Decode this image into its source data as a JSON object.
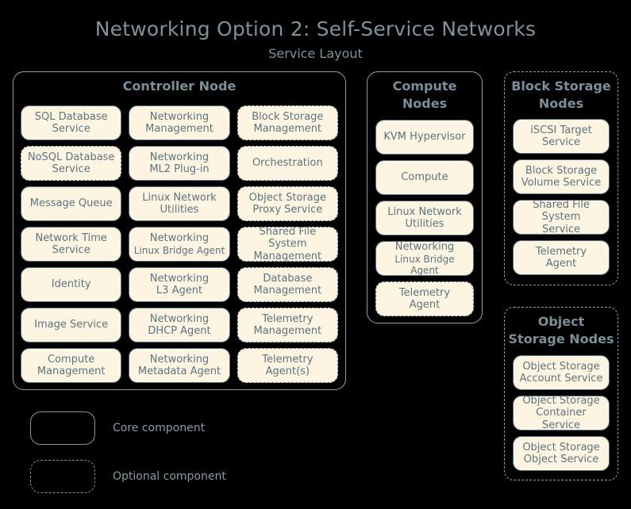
{
  "header": {
    "title": "Networking Option 2: Self-Service Networks",
    "subtitle": "Service Layout"
  },
  "colors": {
    "background": "#000000",
    "container_border": "#8ba2ad",
    "box_fill": "#fdf5e1",
    "box_border": "#55707e",
    "text": "#5c7380",
    "title_text": "#7e929c"
  },
  "legend": {
    "core": {
      "label": "Core component",
      "style": "solid"
    },
    "optional": {
      "label": "Optional component",
      "style": "dashed"
    }
  },
  "nodes": [
    {
      "id": "controller-node",
      "title": "Controller Node",
      "style": "solid",
      "layout": "grid-3",
      "services": [
        {
          "line1": "SQL Database",
          "line2": "Service",
          "style": "solid"
        },
        {
          "line1": "Networking",
          "line2": "Management",
          "style": "solid"
        },
        {
          "line1": "Block Storage",
          "line2": "Management",
          "style": "dashed"
        },
        {
          "line1": "NoSQL Database",
          "line2": "Service",
          "style": "dashed"
        },
        {
          "line1": "Networking",
          "line2": "ML2 Plug-in",
          "style": "solid"
        },
        {
          "line1": "Orchestration",
          "line2": "",
          "style": "dashed"
        },
        {
          "line1": "Message Queue",
          "line2": "",
          "style": "solid"
        },
        {
          "line1": "Linux Network",
          "line2": "Utilities",
          "style": "solid"
        },
        {
          "line1": "Object Storage",
          "line2": "Proxy Service",
          "style": "dashed"
        },
        {
          "line1": "Network Time",
          "line2": "Service",
          "style": "solid"
        },
        {
          "line1": "Networking",
          "line2": "Linux Bridge Agent",
          "style": "solid",
          "small2": true
        },
        {
          "line1": "Shared File System",
          "line2": "Management",
          "style": "dashed"
        },
        {
          "line1": "Identity",
          "line2": "",
          "style": "solid"
        },
        {
          "line1": "Networking",
          "line2": "L3 Agent",
          "style": "solid"
        },
        {
          "line1": "Database",
          "line2": "Management",
          "style": "dashed"
        },
        {
          "line1": "Image Service",
          "line2": "",
          "style": "solid"
        },
        {
          "line1": "Networking",
          "line2": "DHCP Agent",
          "style": "solid"
        },
        {
          "line1": "Telemetry",
          "line2": "Management",
          "style": "dashed"
        },
        {
          "line1": "Compute",
          "line2": "Management",
          "style": "solid"
        },
        {
          "line1": "Networking",
          "line2": "Metadata Agent",
          "style": "solid"
        },
        {
          "line1": "Telemetry",
          "line2": "Agent(s)",
          "style": "dashed"
        }
      ]
    },
    {
      "id": "compute-nodes",
      "title": "Compute Nodes",
      "style": "solid",
      "layout": "stack",
      "services": [
        {
          "line1": "KVM Hypervisor",
          "line2": "",
          "style": "solid"
        },
        {
          "line1": "Compute",
          "line2": "",
          "style": "solid"
        },
        {
          "line1": "Linux Network",
          "line2": "Utilities",
          "style": "solid"
        },
        {
          "line1": "Networking",
          "line2": "Linux Bridge Agent",
          "style": "solid",
          "small2": true
        },
        {
          "line1": "Telemetry",
          "line2": "Agent",
          "style": "dashed"
        }
      ]
    },
    {
      "id": "block-storage-nodes",
      "title": "Block Storage Nodes",
      "style": "dashed",
      "layout": "stack",
      "services": [
        {
          "line1": "iSCSI Target",
          "line2": "Service",
          "style": "solid"
        },
        {
          "line1": "Block Storage",
          "line2": "Volume Service",
          "style": "solid"
        },
        {
          "line1": "Shared File System",
          "line2": "Service",
          "style": "solid"
        },
        {
          "line1": "Telemetry",
          "line2": "Agent",
          "style": "solid"
        }
      ]
    },
    {
      "id": "object-storage-nodes",
      "title": "Object Storage Nodes",
      "style": "dashed",
      "layout": "stack",
      "services": [
        {
          "line1": "Object Storage",
          "line2": "Account Service",
          "style": "solid"
        },
        {
          "line1": "Object Storage",
          "line2": "Container Service",
          "style": "solid"
        },
        {
          "line1": "Object Storage",
          "line2": "Object Service",
          "style": "solid"
        }
      ]
    }
  ]
}
